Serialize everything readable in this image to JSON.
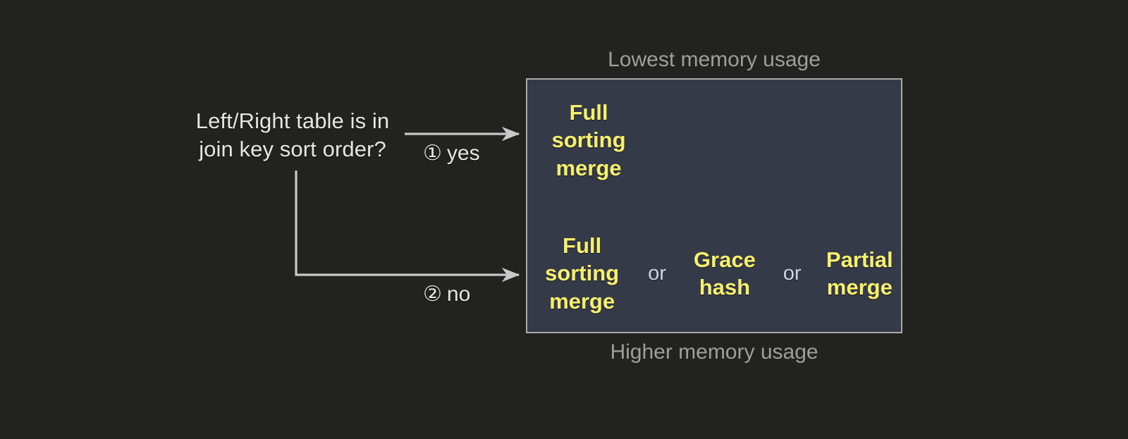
{
  "background_color": "#22221e",
  "decision": {
    "question_lines": [
      "Left/Right table is in",
      "join key sort order?"
    ],
    "branches": [
      {
        "marker": "①",
        "label": "yes",
        "name": "yes"
      },
      {
        "marker": "②",
        "label": "no",
        "name": "no"
      }
    ]
  },
  "panel": {
    "background_color": "#353a48",
    "border_color": "#a9a9a9",
    "accent_color": "#f7f06e",
    "caption_top": "Lowest memory usage",
    "caption_bottom": "Higher memory usage",
    "rows": [
      {
        "name": "sorted-branch-options",
        "options": [
          "Full\nsorting\nmerge"
        ],
        "conjunctions": []
      },
      {
        "name": "unsorted-branch-options",
        "options": [
          "Full\nsorting\nmerge",
          "Grace\nhash",
          "Partial\nmerge"
        ],
        "conjunctions": [
          "or",
          "or"
        ]
      }
    ]
  }
}
